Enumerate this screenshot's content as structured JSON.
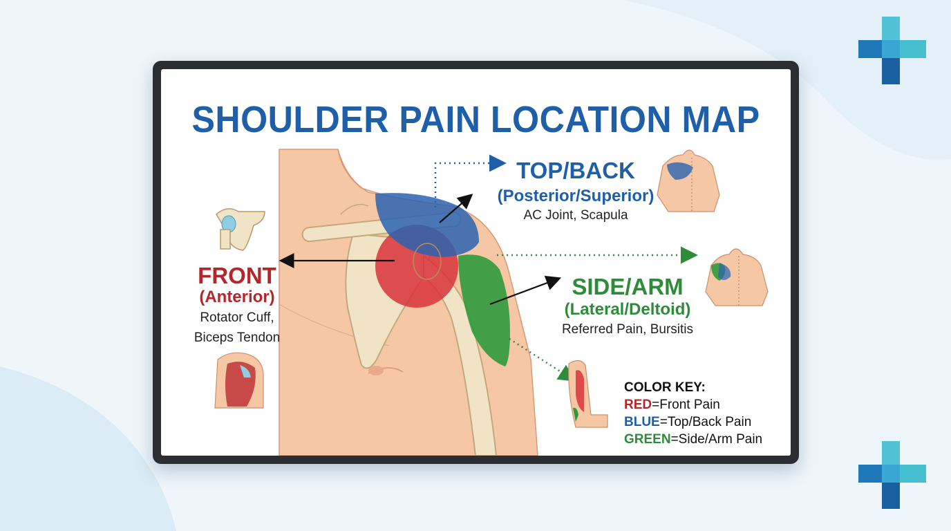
{
  "title": "SHOULDER PAIN LOCATION MAP",
  "regions": {
    "top_back": {
      "label": "TOP/BACK",
      "sublabel": "(Posterior/Superior)",
      "description": "AC Joint, Scapula",
      "color": "#1f5fa8"
    },
    "side_arm": {
      "label": "SIDE/ARM",
      "sublabel": "(Lateral/Deltoid)",
      "description": "Referred Pain, Bursitis",
      "color": "#2e8b3a"
    },
    "front": {
      "label": "FRONT",
      "sublabel": "(Anterior)",
      "description_line1": "Rotator Cuff,",
      "description_line2": "Biceps Tendon",
      "color": "#b5262b"
    }
  },
  "color_key": {
    "title": "COLOR KEY:",
    "items": [
      {
        "color_word": "RED",
        "text": "=Front Pain",
        "color": "#b5262b"
      },
      {
        "color_word": "BLUE",
        "text": "=Top/Back Pain",
        "color": "#1f5fa8"
      },
      {
        "color_word": "GREEN",
        "text": "=Side/Arm Pain",
        "color": "#2e8b3a"
      }
    ]
  },
  "icons": {
    "logo_top": "medical-cross-logo-icon",
    "logo_bottom": "medical-cross-logo-icon"
  }
}
